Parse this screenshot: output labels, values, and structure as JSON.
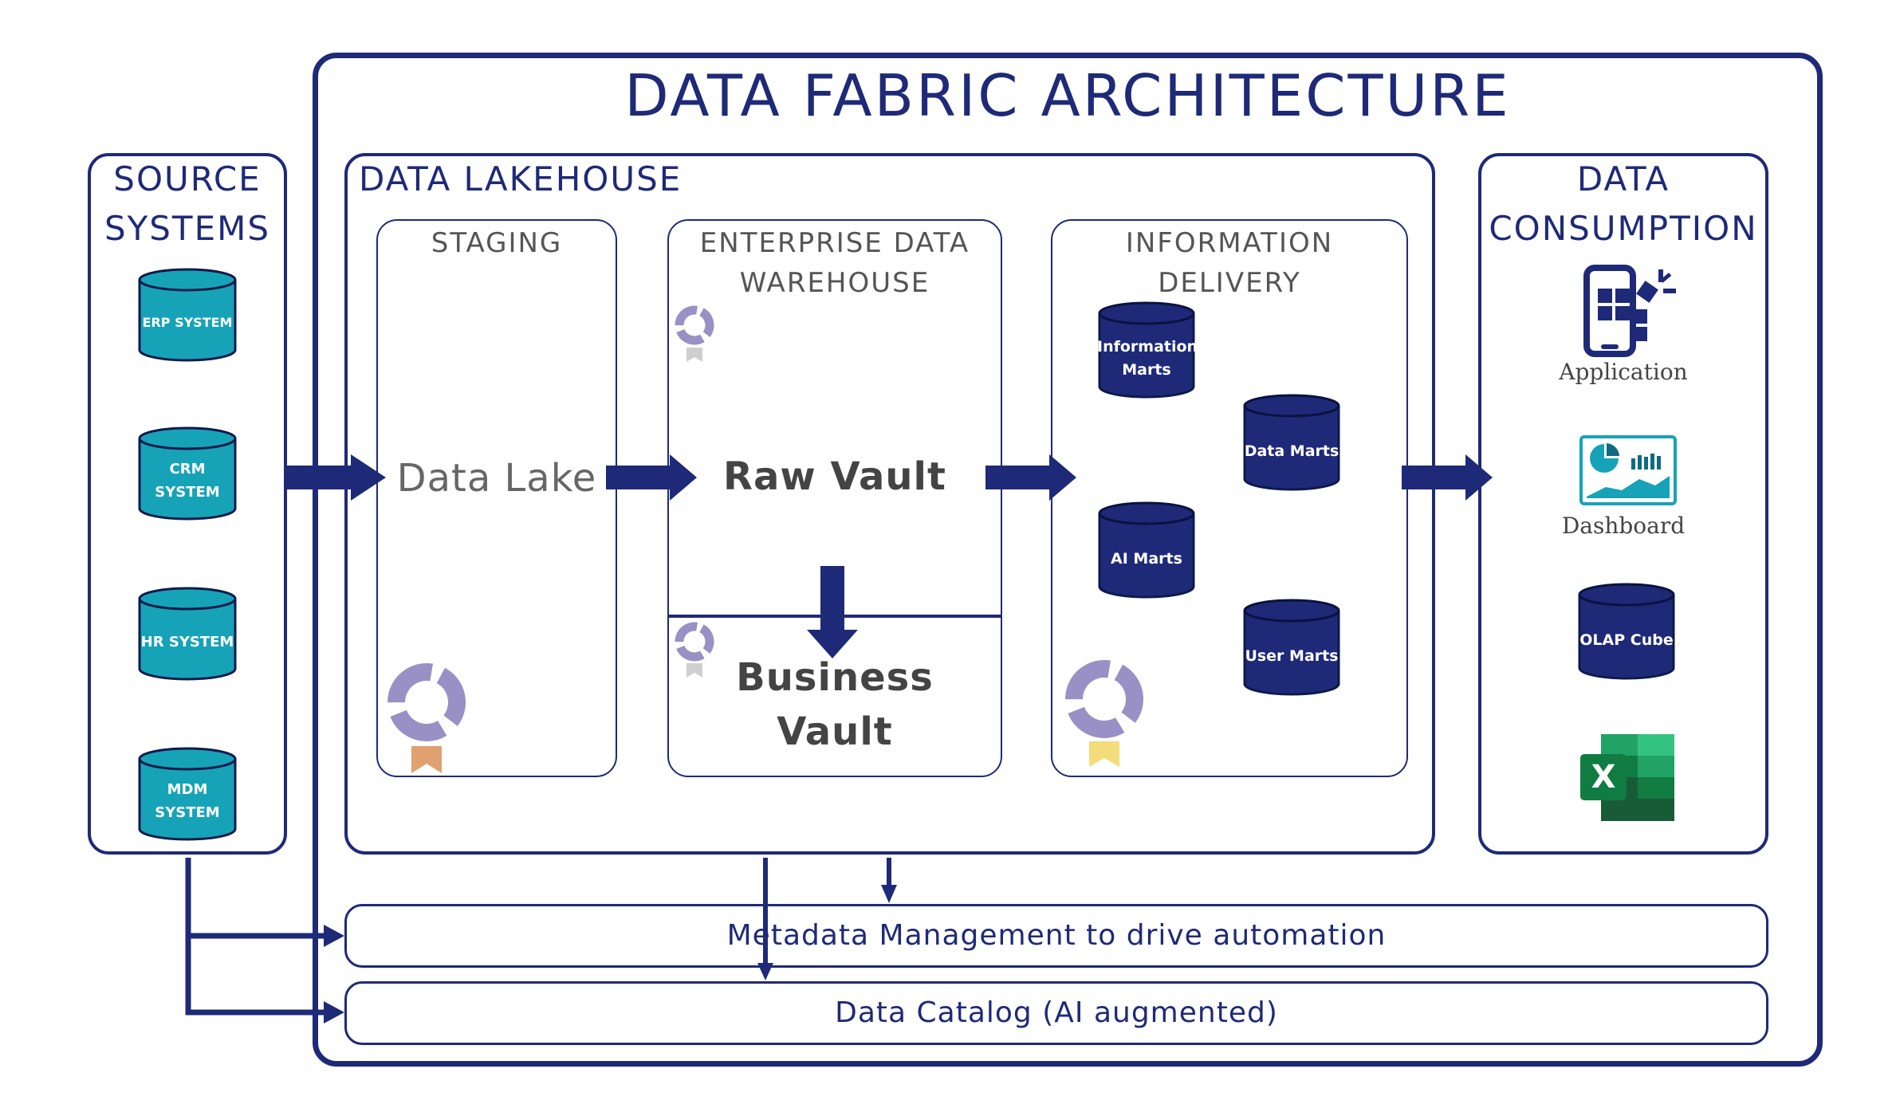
{
  "title": "DATA FABRIC ARCHITECTURE",
  "source_systems": {
    "title_line1": "SOURCE",
    "title_line2": "SYSTEMS",
    "items": [
      {
        "line1": "ERP SYSTEM",
        "line2": ""
      },
      {
        "line1": "CRM",
        "line2": "SYSTEM"
      },
      {
        "line1": "HR SYSTEM",
        "line2": ""
      },
      {
        "line1": "MDM",
        "line2": "SYSTEM"
      }
    ]
  },
  "lakehouse": {
    "title": "DATA LAKEHOUSE",
    "staging": {
      "title": "STAGING",
      "content": "Data Lake"
    },
    "edw": {
      "title_line1": "ENTERPRISE DATA",
      "title_line2": "WAREHOUSE",
      "raw_vault": "Raw Vault",
      "business_vault_line1": "Business",
      "business_vault_line2": "Vault"
    },
    "delivery": {
      "title": "INFORMATION DELIVERY",
      "marts": [
        {
          "line1": "Information",
          "line2": "Marts"
        },
        {
          "line1": "Data Marts",
          "line2": ""
        },
        {
          "line1": "AI Marts",
          "line2": ""
        },
        {
          "line1": "User Marts",
          "line2": ""
        }
      ]
    }
  },
  "consumption": {
    "title_line1": "DATA",
    "title_line2": "CONSUMPTION",
    "application": "Application",
    "dashboard": "Dashboard",
    "olap": "OLAP Cube",
    "excel_letter": "X"
  },
  "metadata_bar": "Metadata Management to drive automation",
  "catalog_bar": "Data Catalog (AI augmented)",
  "colors": {
    "navy": "#1e2a78",
    "teal": "#16a3b8",
    "medal_purple": "#9990c6",
    "ribbon_bronze": "#e0a070",
    "ribbon_silver": "#cfcfcf",
    "ribbon_gold": "#f3dc7a"
  }
}
